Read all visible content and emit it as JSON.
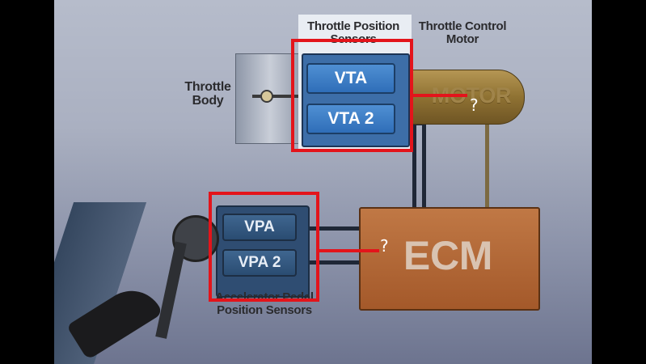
{
  "labels": {
    "throttle_position_sensors": "Throttle Position Sensors",
    "throttle_control_motor": "Throttle Control Motor",
    "throttle_body": "Throttle Body",
    "motor": "MOTOR",
    "ecm": "ECM",
    "accelerator_pedal_position_sensors": "Accelerator Pedal Position Sensors"
  },
  "sensors": {
    "vta": "VTA",
    "vta2": "VTA 2",
    "vpa": "VPA",
    "vpa2": "VPA 2"
  },
  "annotations": {
    "question_top": "?",
    "question_bottom": "?"
  },
  "colors": {
    "highlight": "#e3141b",
    "sensor_blue": "#3a7bc8",
    "ecm_brown": "#b06a37",
    "motor_tan": "#9a7b3e"
  }
}
